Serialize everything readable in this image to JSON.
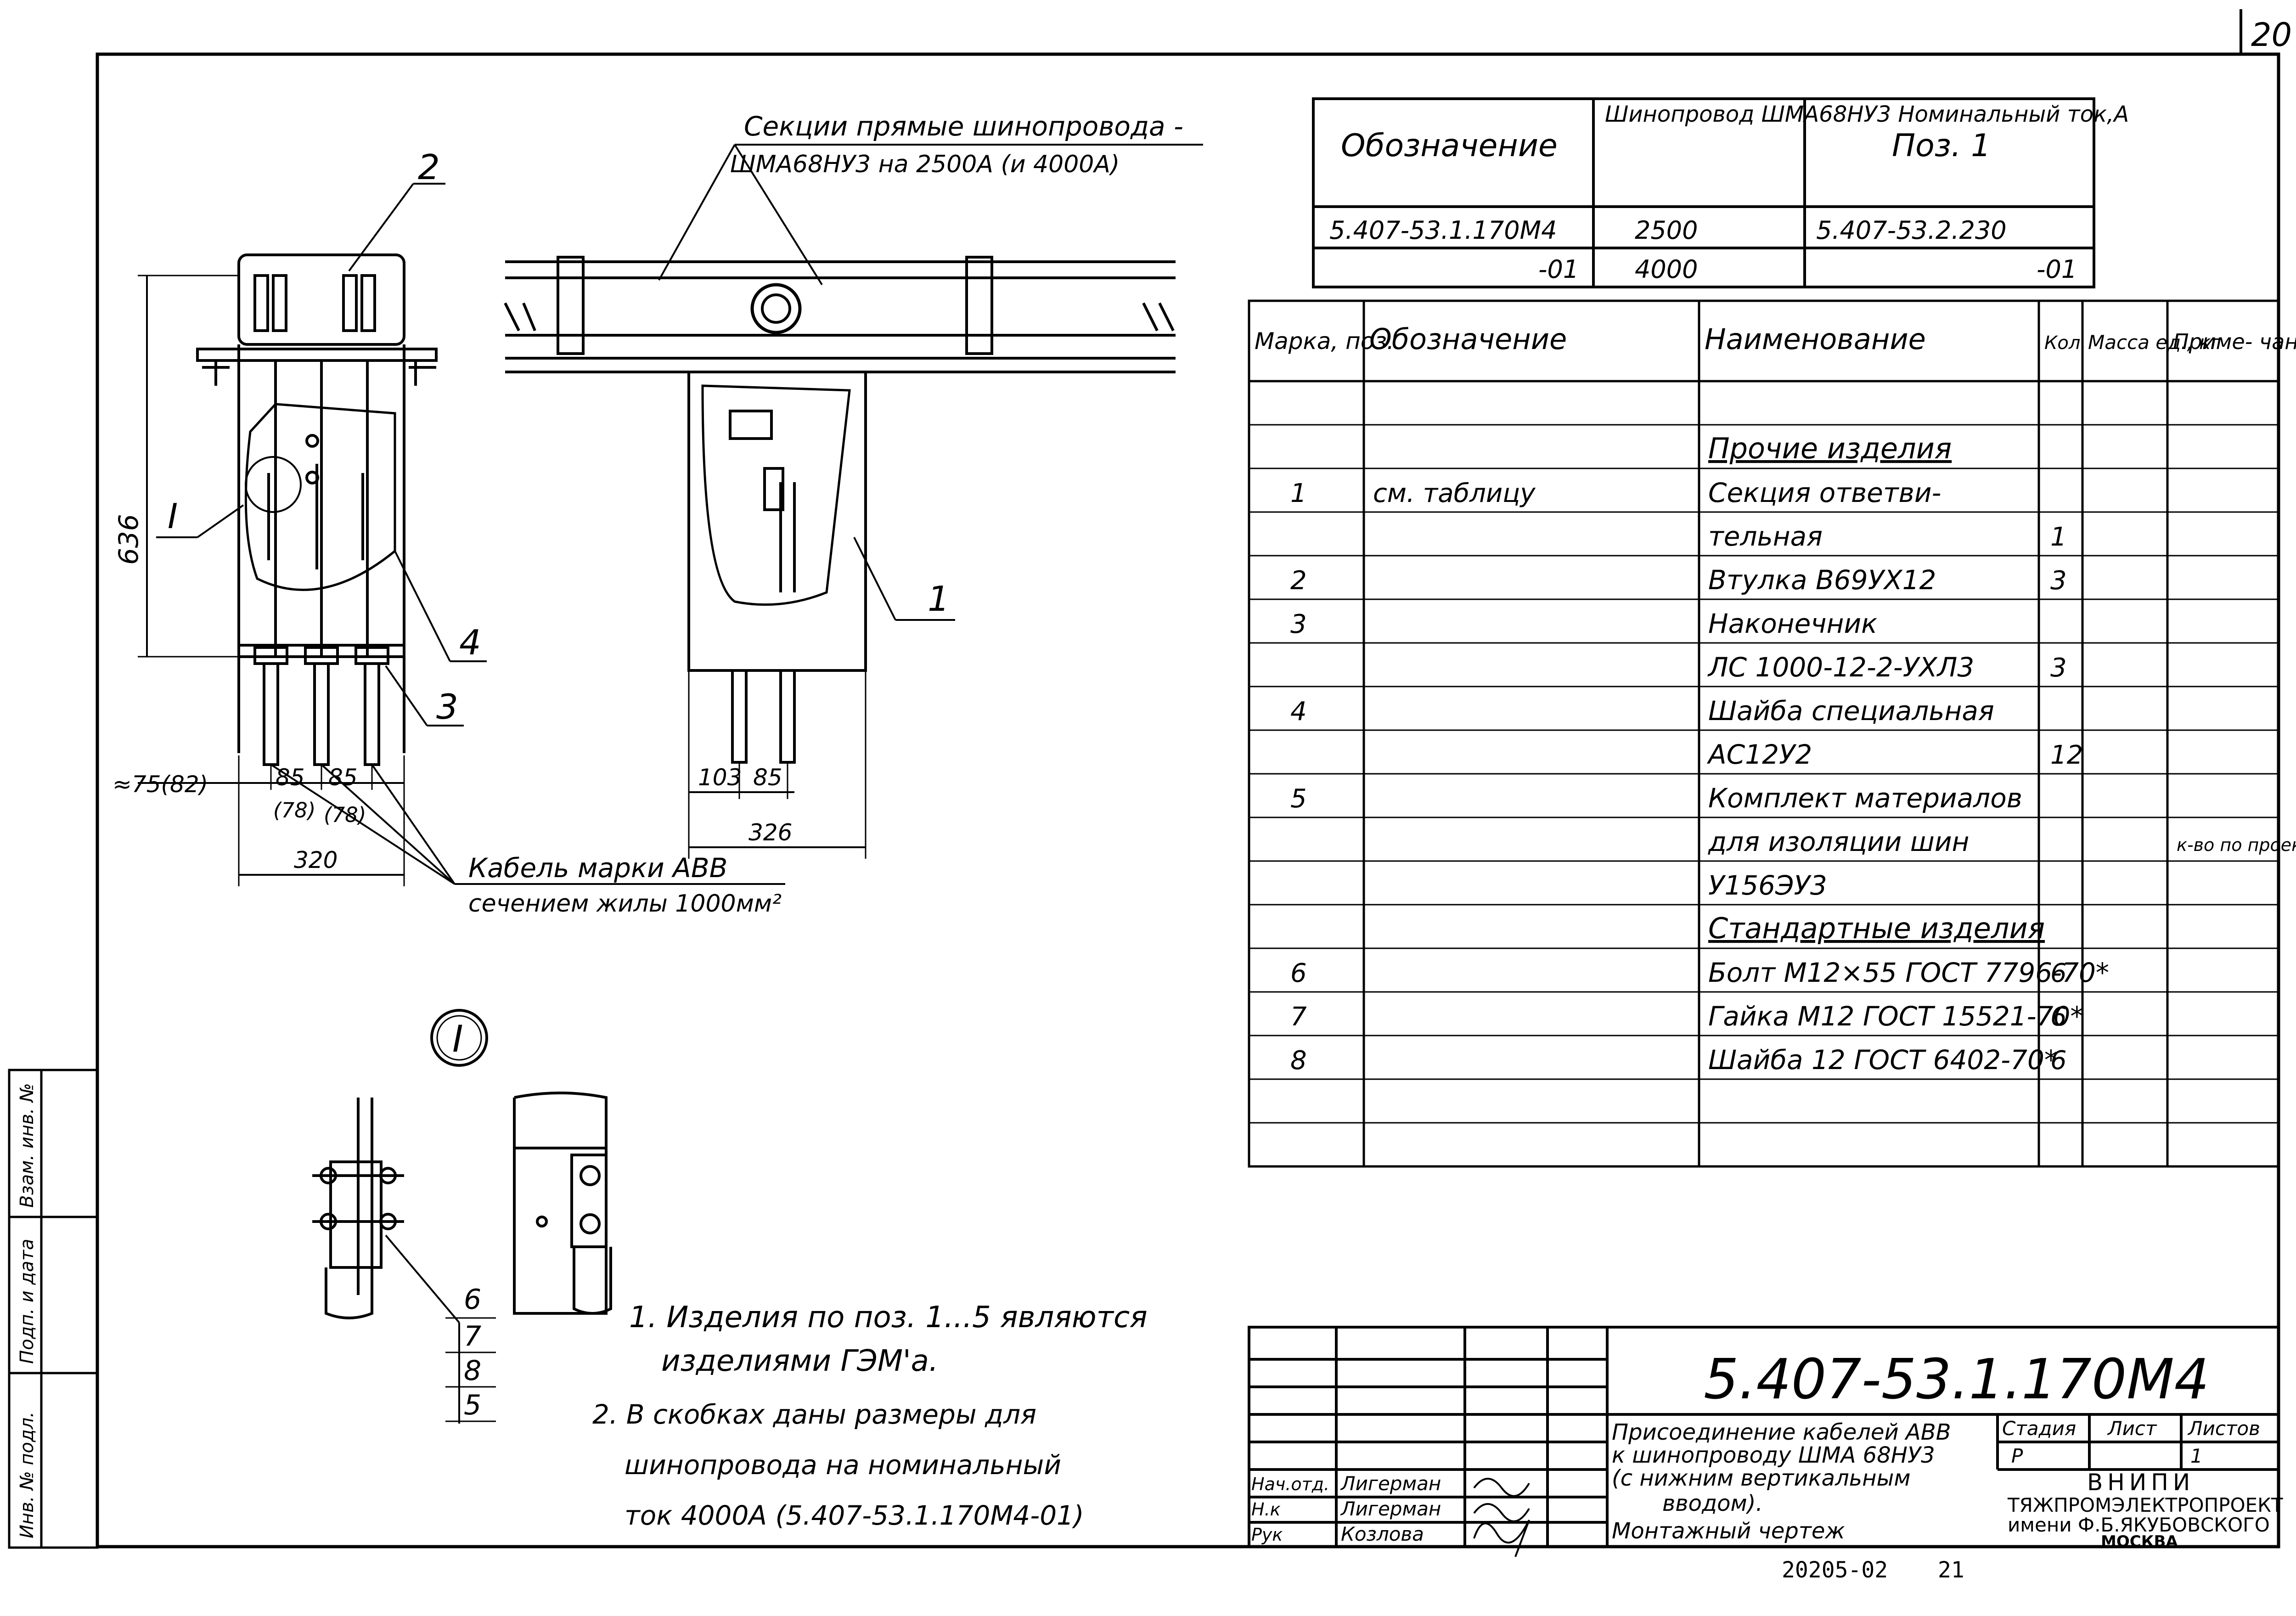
{
  "sheet_number": "20",
  "drawing": {
    "label_busway_sections": [
      "Секции прямые шинопровода -",
      "ШМА68НУ3 на 2500А (и 4000А)"
    ],
    "callouts": [
      "1",
      "2",
      "3",
      "4",
      "I"
    ],
    "dimensions": {
      "height_636": "636",
      "left_offset": "≈75(82)",
      "spacing_a": "85",
      "spacing_b": "85",
      "spacing_a_alt": "(78)",
      "spacing_b_alt": "(78)",
      "width_320": "320",
      "d_103": "103",
      "d_85": "85",
      "width_326": "326"
    },
    "cable_label": [
      "Кабель марки АВВ",
      "сечением жилы 1000мм²"
    ],
    "detail_callout": "I",
    "detail_items": [
      "6",
      "7",
      "8",
      "5"
    ]
  },
  "top_table": {
    "headers": [
      "Обозначение",
      "Шинопровод ШМА68НУ3 Номинальный ток,А",
      "Поз. 1"
    ],
    "rows": [
      [
        "5.407-53.1.170М4",
        "2500",
        "5.407-53.2.230"
      ],
      [
        "-01",
        "4000",
        "-01"
      ]
    ]
  },
  "spec_table": {
    "headers": [
      "Марка, поз.",
      "Обозначение",
      "Наименование",
      "Кол.",
      "Масса ед., кг",
      "Приме- чание"
    ],
    "rows": [
      [
        "",
        "",
        "",
        "",
        "",
        ""
      ],
      [
        "",
        "",
        "Прочие изделия",
        "",
        "",
        ""
      ],
      [
        "1",
        "см. таблицу",
        "Секция ответви-",
        "",
        "",
        ""
      ],
      [
        "",
        "",
        "тельная",
        "1",
        "",
        ""
      ],
      [
        "2",
        "",
        "Втулка В69УХ12",
        "3",
        "",
        ""
      ],
      [
        "3",
        "",
        "Наконечник",
        "",
        "",
        ""
      ],
      [
        "",
        "",
        "ЛС 1000-12-2-УХЛ3",
        "3",
        "",
        ""
      ],
      [
        "4",
        "",
        "Шайба специальная",
        "",
        "",
        ""
      ],
      [
        "",
        "",
        "АС12У2",
        "12",
        "",
        ""
      ],
      [
        "5",
        "",
        "Комплект материалов",
        "",
        "",
        ""
      ],
      [
        "",
        "",
        "для изоляции шин",
        "",
        "",
        "к-во по проекту"
      ],
      [
        "",
        "",
        "У156ЭУ3",
        "",
        "",
        ""
      ],
      [
        "",
        "",
        "Стандартные изделия",
        "",
        "",
        ""
      ],
      [
        "6",
        "",
        "Болт М12×55 ГОСТ 7796-70*",
        "6",
        "",
        ""
      ],
      [
        "7",
        "",
        "Гайка М12 ГОСТ 15521-70*",
        "6",
        "",
        ""
      ],
      [
        "8",
        "",
        "Шайба 12 ГОСТ 6402-70*",
        "6",
        "",
        ""
      ],
      [
        "",
        "",
        "",
        "",
        "",
        ""
      ],
      [
        "",
        "",
        "",
        "",
        "",
        ""
      ]
    ]
  },
  "notes": [
    "1. Изделия по поз. 1...5 являются",
    "изделиями ГЭМ'а.",
    "2. В скобках даны размеры для",
    "шинопровода на номинальный",
    "ток 4000А (5.407-53.1.170М4-01)"
  ],
  "title_block": {
    "code": "5.407-53.1.170М4",
    "title_lines": [
      "Присоединение кабелей АВВ",
      "к шинопроводу ШМА 68НУ3",
      "(с нижним вертикальным",
      "вводом).",
      "Монтажный чертеж"
    ],
    "stage_header": "Стадия",
    "sheet_header": "Лист",
    "sheets_header": "Листов",
    "stage": "Р",
    "sheet": "1",
    "org_lines": [
      "ВНИПИ",
      "ТЯЖПРОМЭЛЕКТРОПРОЕКТ",
      "имени Ф.Б.ЯКУБОВСКОГО",
      "МОСКВА"
    ],
    "signatures": [
      {
        "role": "Нач.отд.",
        "name": "Лигерман"
      },
      {
        "role": "Н.к",
        "name": "Лигерман"
      },
      {
        "role": "Рук",
        "name": "Козлова"
      }
    ],
    "archive_number": "20205-02",
    "page_footer": "21"
  },
  "side_stamp": [
    "Взам. инв. №",
    "Подп. и дата",
    "Инв. № подл."
  ]
}
